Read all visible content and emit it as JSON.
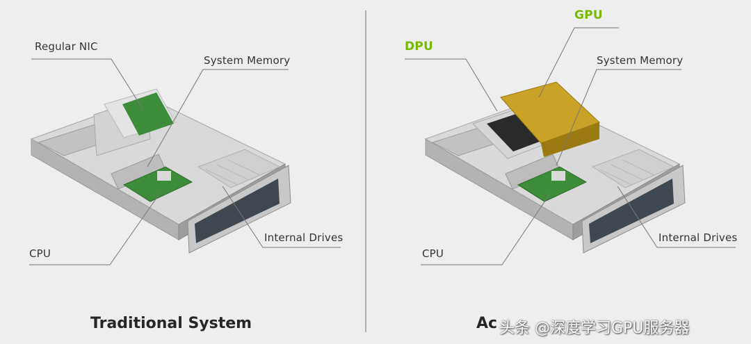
{
  "left_panel": {
    "labels": {
      "regular_nic": "Regular NIC",
      "system_memory": "System Memory",
      "cpu": "CPU",
      "internal_drives": "Internal Drives"
    },
    "caption": "Traditional System"
  },
  "right_panel": {
    "labels": {
      "gpu": "GPU",
      "dpu": "DPU",
      "system_memory": "System Memory",
      "cpu": "CPU",
      "internal_drives": "Internal Drives"
    },
    "caption": "Ac"
  },
  "watermark": "头条 @深度学习GPU服务器",
  "colors": {
    "background": "#eeeeee",
    "accent": "#76b900",
    "gpu_gold": "#c9a227",
    "pcb_green": "#3d8c3a",
    "chassis": "#b9b9b9",
    "leader_line": "#777777"
  }
}
